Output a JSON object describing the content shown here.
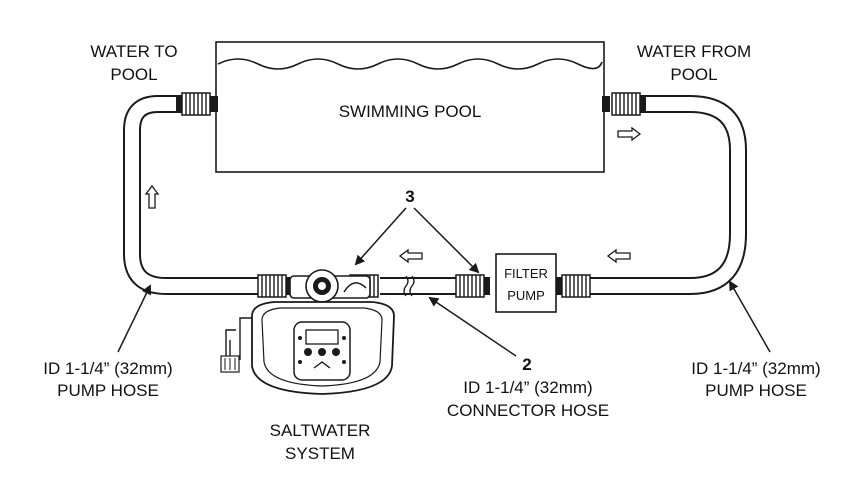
{
  "labels": {
    "water_to_pool_1": "WATER TO",
    "water_to_pool_2": "POOL",
    "water_from_pool_1": "WATER FROM",
    "water_from_pool_2": "POOL",
    "swimming_pool": "SWIMMING POOL",
    "filter_pump_1": "FILTER",
    "filter_pump_2": "PUMP",
    "callout_3": "3",
    "callout_2": "2",
    "left_hose_1": "ID 1-1/4” (32mm)",
    "left_hose_2": "PUMP HOSE",
    "connector_hose_1": "ID 1-1/4” (32mm)",
    "connector_hose_2": "CONNECTOR HOSE",
    "right_hose_1": "ID 1-1/4” (32mm)",
    "right_hose_2": "PUMP HOSE",
    "saltwater_1": "SALTWATER",
    "saltwater_2": "SYSTEM"
  },
  "icons": {
    "flow_arrow": "hollow-arrow",
    "fitting": "threaded-hose-fitting"
  },
  "colors": {
    "line": "#1a1a1a",
    "background": "#ffffff"
  }
}
